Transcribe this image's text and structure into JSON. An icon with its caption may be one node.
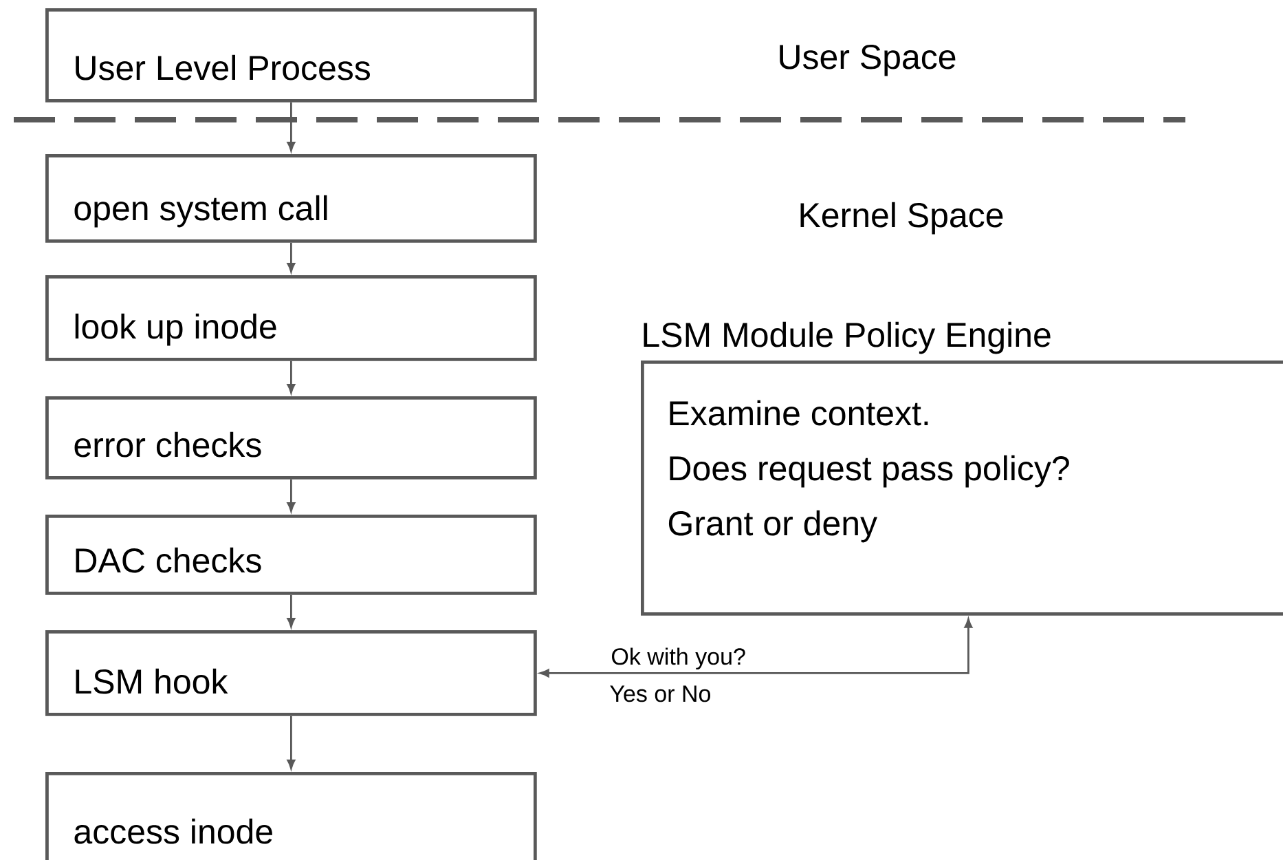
{
  "diagram": {
    "nodes": [
      {
        "text": [
          "User Level Process"
        ]
      },
      {
        "text": [
          "open system call"
        ]
      },
      {
        "text": [
          "look up inode"
        ]
      },
      {
        "text": [
          "error checks"
        ]
      },
      {
        "text": [
          "DAC checks"
        ]
      },
      {
        "text": [
          "LSM hook"
        ]
      },
      {
        "text": [
          "access inode"
        ]
      },
      {
        "text": [
          "LSM Module Policy Engine",
          "Examine context.",
          "Does request pass policy?",
          "Grant or deny"
        ]
      }
    ],
    "edges": [
      {
        "from": 0,
        "to": 1,
        "arrow": "to"
      },
      {
        "from": 1,
        "to": 2,
        "arrow": "to"
      },
      {
        "from": 2,
        "to": 3,
        "arrow": "to"
      },
      {
        "from": 3,
        "to": 4,
        "arrow": "to"
      },
      {
        "from": 4,
        "to": 5,
        "arrow": "to"
      },
      {
        "from": 5,
        "to": 6,
        "arrow": "to"
      },
      {
        "from": 7,
        "to": 5,
        "arrow": "both",
        "label": "Ok with you?"
      }
    ],
    "labels": [
      "User Space",
      "Kernel Space",
      "Yes or No"
    ]
  }
}
